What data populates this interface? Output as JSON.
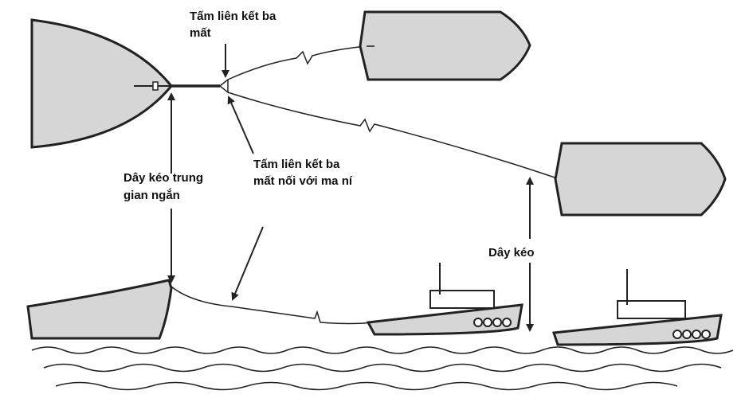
{
  "labels": {
    "plate_top": [
      "Tấm liên kết ba",
      "mất"
    ],
    "short_line": [
      "Dây kéo trung",
      "gian ngắn"
    ],
    "plate_shackle": [
      "Tấm liên kết ba",
      "mất nối với ma ní"
    ],
    "tow_line": "Dây kéo"
  }
}
